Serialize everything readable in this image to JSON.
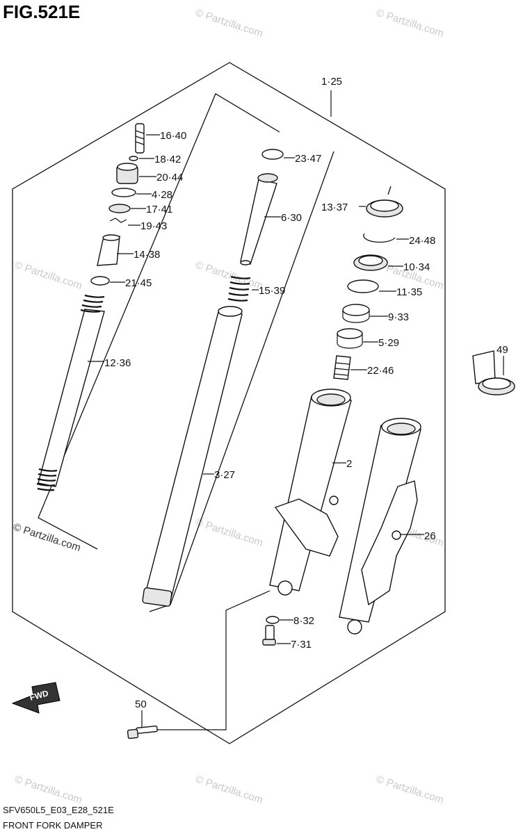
{
  "title": "FIG.521E",
  "footer": {
    "code": "SFV650L5_E03_E28_521E",
    "name": "FRONT FORK DAMPER"
  },
  "watermark": "© Partzilla.com",
  "watermark_main": "© Partzilla.com",
  "fwd_label": "FWD",
  "callouts": {
    "c1": "1·25",
    "c16": "16·40",
    "c18": "18·42",
    "c20": "20·44",
    "c4": "4·28",
    "c17": "17·41",
    "c19": "19·43",
    "c14": "14·38",
    "c21": "21·45",
    "c12": "12·36",
    "c23": "23·47",
    "c6": "6·30",
    "c15": "15·39",
    "c3": "3·27",
    "c13": "13·37",
    "c24": "24·48",
    "c10": "10·34",
    "c11": "11·35",
    "c9": "9·33",
    "c5": "5·29",
    "c22": "22·46",
    "c2": "2",
    "c26": "26",
    "c49": "49",
    "c8": "8·32",
    "c7": "7·31",
    "c50": "50"
  }
}
